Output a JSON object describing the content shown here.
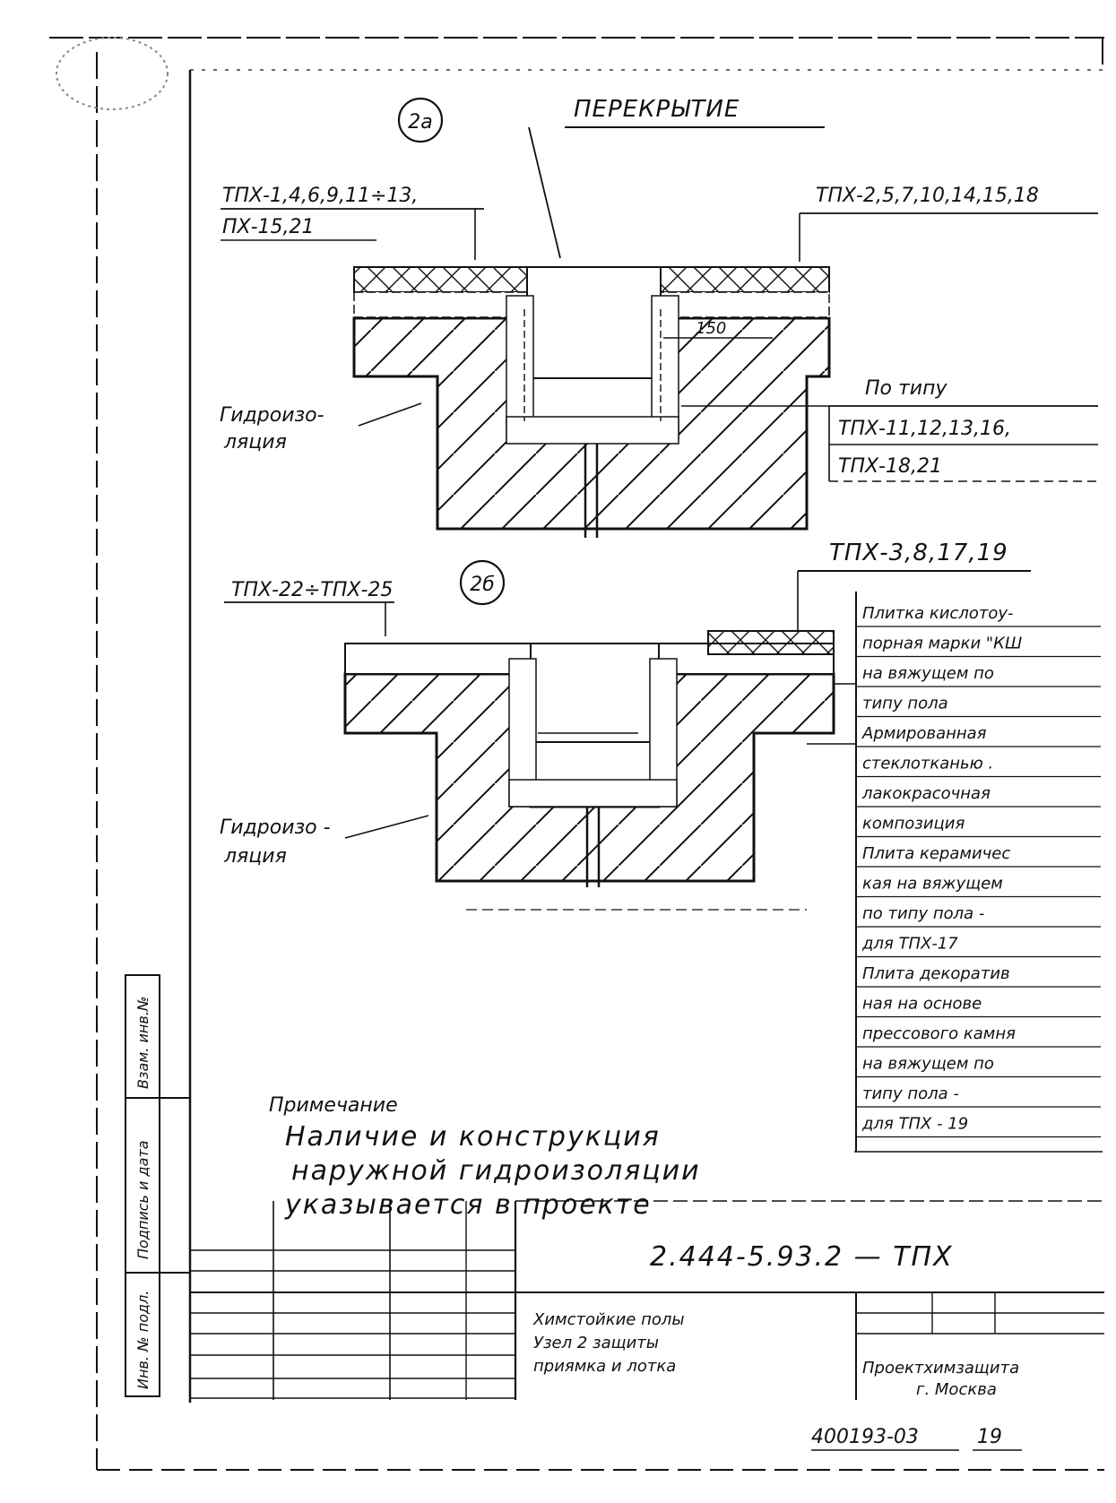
{
  "detail_a": {
    "marker": "2а",
    "title": "ПЕРЕКРЫТИЕ",
    "left_label_1": "ТПХ-1,4,6,9,11÷13,",
    "left_label_2": "ПХ-15,21",
    "right_label": "ТПХ-2,5,7,10,14,15,18",
    "dimension": "150",
    "type_label": "По типу",
    "type_line_1": "ТПХ-11,12,13,16,",
    "type_line_2": "ТПХ-18,21",
    "waterproofing_1": "Гидроизо-",
    "waterproofing_2": "ляция"
  },
  "detail_b": {
    "marker": "2б",
    "left_label": "ТПХ-22÷ТПХ-25",
    "right_label": "ТПХ-3,8,17,19",
    "waterproofing_1": "Гидроизо -",
    "waterproofing_2": "ляция"
  },
  "legend": [
    "Плитка кислотоу-",
    "порная марки \"КШ",
    "на вяжущем по",
    "типу пола",
    "Армированная",
    "стеклотканью .",
    "лакокрасочная",
    "композиция",
    "Плита керамичес",
    "кая на вяжущем",
    "по типу пола -",
    "для ТПХ-17",
    "Плита декоратив",
    "ная на основе",
    "прессового камня",
    "на вяжущем по",
    "типу пола -",
    "для ТПХ - 19"
  ],
  "note": {
    "heading": "Примечание",
    "line_1": "Наличие и конструкция",
    "line_2": "наружной гидроизоляции",
    "line_3": "указывается в проекте"
  },
  "title_block": {
    "code": "2.444-5.93.2 — ТПХ",
    "description_1": "Химстойкие полы",
    "description_2": "Узел 2 защиты",
    "description_3": "приямка и лотка",
    "organization": "Проектхимзащита",
    "city": "г. Москва"
  },
  "side_stamp": [
    "Взам. инв.№",
    "Подпись и дата",
    "Инв. № подл."
  ],
  "footer": {
    "archive_no": "400193-03",
    "page": "19"
  }
}
